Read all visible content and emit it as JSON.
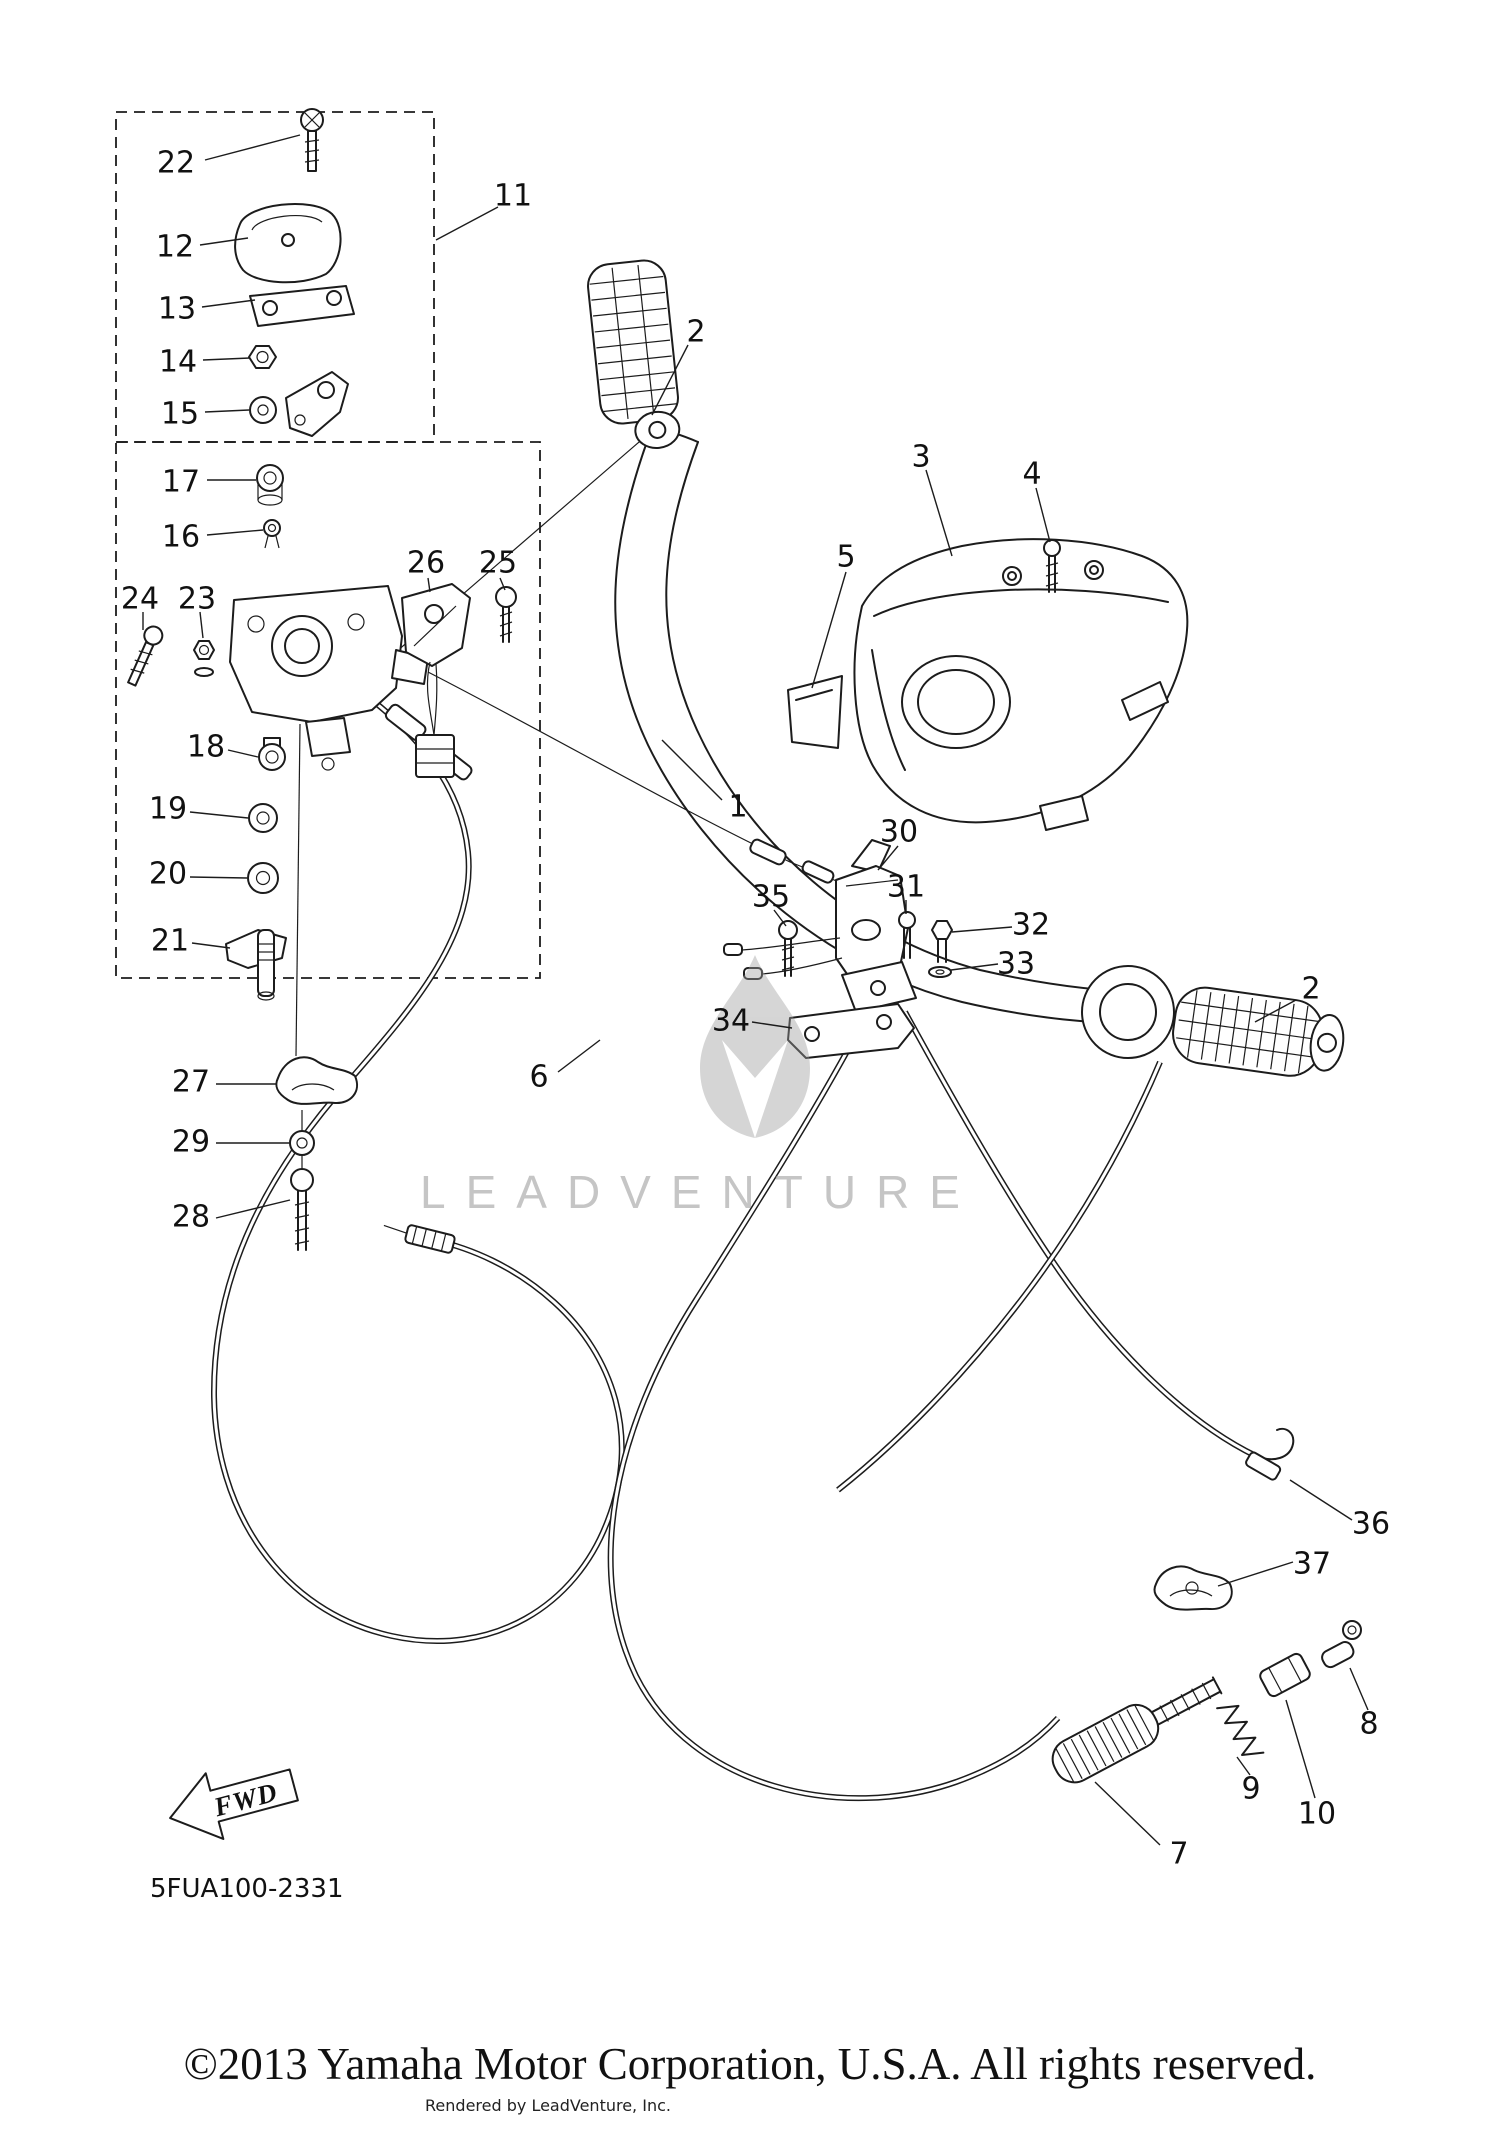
{
  "page": {
    "diagram_code": "5FUA100-2331",
    "fwd_label": "FWD",
    "watermark": {
      "logo_icon": "leadventure-flame",
      "text": "LEADVENTURE"
    },
    "footer": {
      "copyright": "©2013 Yamaha Motor Corporation, U.S.A. All rights reserved.",
      "rendered_by": "Rendered by LeadVenture, Inc."
    },
    "callouts": [
      {
        "label": "22"
      },
      {
        "label": "12"
      },
      {
        "label": "13"
      },
      {
        "label": "14"
      },
      {
        "label": "15"
      },
      {
        "label": "17"
      },
      {
        "label": "16"
      },
      {
        "label": "11"
      },
      {
        "label": "2"
      },
      {
        "label": "3"
      },
      {
        "label": "4"
      },
      {
        "label": "5"
      },
      {
        "label": "24"
      },
      {
        "label": "23"
      },
      {
        "label": "26"
      },
      {
        "label": "25"
      },
      {
        "label": "18"
      },
      {
        "label": "19"
      },
      {
        "label": "20"
      },
      {
        "label": "21"
      },
      {
        "label": "1"
      },
      {
        "label": "30"
      },
      {
        "label": "35"
      },
      {
        "label": "31"
      },
      {
        "label": "32"
      },
      {
        "label": "33"
      },
      {
        "label": "34"
      },
      {
        "label": "2"
      },
      {
        "label": "27"
      },
      {
        "label": "29"
      },
      {
        "label": "28"
      },
      {
        "label": "6"
      },
      {
        "label": "36"
      },
      {
        "label": "37"
      },
      {
        "label": "9"
      },
      {
        "label": "10"
      },
      {
        "label": "8"
      },
      {
        "label": "7"
      }
    ]
  }
}
